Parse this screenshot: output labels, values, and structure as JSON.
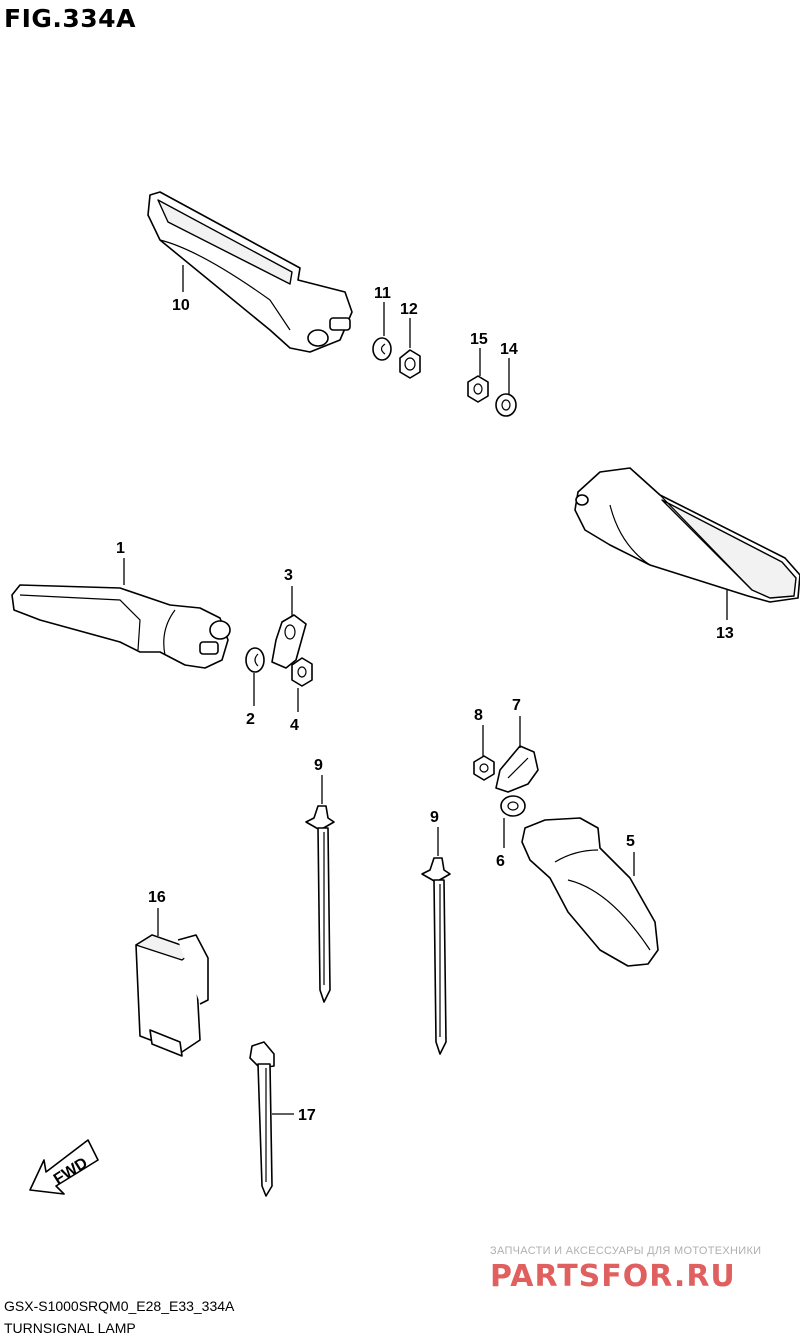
{
  "figure": {
    "title": "FIG.334A",
    "code": "GSX-S1000SRQM0_E28_E33_334A",
    "caption": "TURNSIGNAL LAMP"
  },
  "callouts": [
    "1",
    "2",
    "3",
    "4",
    "5",
    "6",
    "7",
    "8",
    "9",
    "9",
    "10",
    "11",
    "12",
    "13",
    "14",
    "15",
    "16",
    "17"
  ],
  "fwd_label": "FWD",
  "watermark": {
    "tagline": "ЗАПЧАСТИ И АКСЕССУАРЫ ДЛЯ МОТОТЕХНИКИ",
    "logo": "PARTSFOR.RU",
    "color": "#e06060"
  }
}
